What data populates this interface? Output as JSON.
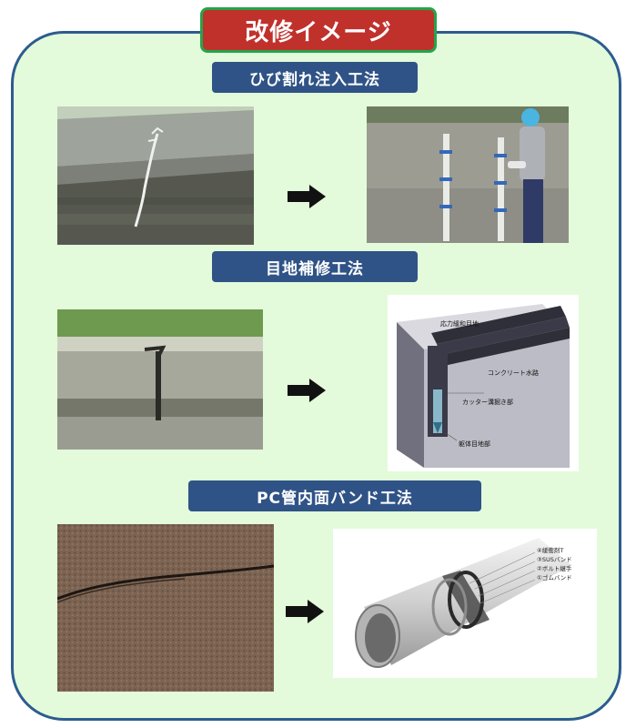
{
  "title": "改修イメージ",
  "sections": [
    {
      "label": "ひび割れ注入工法"
    },
    {
      "label": "目地補修工法"
    },
    {
      "label": "PC管内面バンド工法"
    }
  ],
  "joint_diagram": {
    "label_top": "応力緩和目地",
    "label_right": "コンクリート水路",
    "label_middle": "カッター溝掘き部",
    "label_bottom": "躯体目地部"
  },
  "band_diagram": {
    "labels": [
      "④緩衝剤T",
      "③SUSバンド",
      "②ボルト継手",
      "①ゴムバンド"
    ]
  },
  "colors": {
    "frame_border": "#2d5c8f",
    "frame_fill": "#e3fbda",
    "title_fill": "#c0312c",
    "title_border": "#25a44a",
    "section_fill": "#2f5386"
  }
}
